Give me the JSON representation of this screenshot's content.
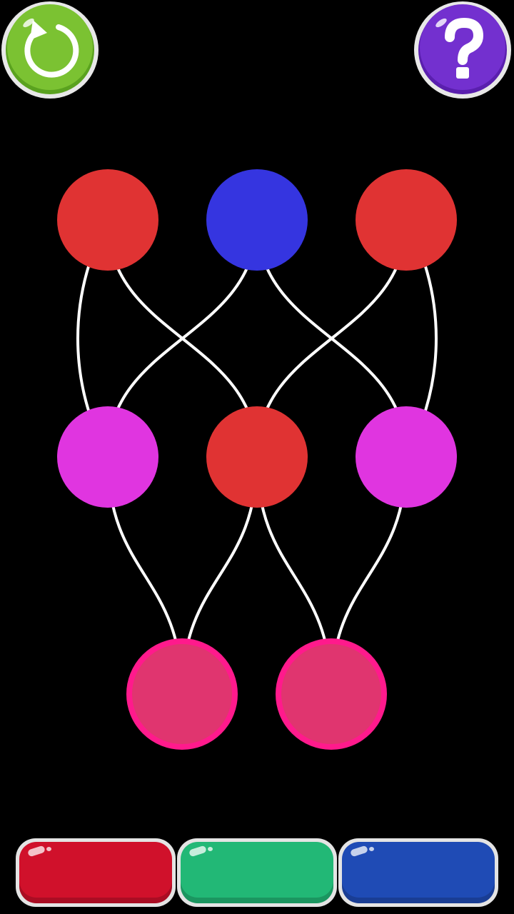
{
  "controls": {
    "restart_icon": "restart-arrow-icon",
    "help_icon": "question-mark-icon",
    "restart_color": "#6db82a",
    "help_color": "#6a2bc4"
  },
  "palette": [
    {
      "name": "red",
      "color": "#d0112b"
    },
    {
      "name": "green",
      "color": "#22b876"
    },
    {
      "name": "blue",
      "color": "#1f4bb5"
    }
  ],
  "nodes": [
    {
      "id": "n1",
      "color": "#e03333"
    },
    {
      "id": "n2",
      "color": "#3535e0"
    },
    {
      "id": "n3",
      "color": "#e03333"
    },
    {
      "id": "n4",
      "color": "#e035e0"
    },
    {
      "id": "n5",
      "color": "#e03333"
    },
    {
      "id": "n6",
      "color": "#e035e0"
    },
    {
      "id": "n7",
      "color": "#e0356f",
      "ring": "#ff1a8c"
    },
    {
      "id": "n8",
      "color": "#e0356f",
      "ring": "#ff1a8c"
    }
  ],
  "edges": [
    [
      "n1",
      "n4"
    ],
    [
      "n1",
      "n5"
    ],
    [
      "n2",
      "n4"
    ],
    [
      "n2",
      "n6"
    ],
    [
      "n3",
      "n5"
    ],
    [
      "n3",
      "n6"
    ],
    [
      "n4",
      "n7"
    ],
    [
      "n5",
      "n7"
    ],
    [
      "n5",
      "n8"
    ],
    [
      "n6",
      "n8"
    ]
  ]
}
